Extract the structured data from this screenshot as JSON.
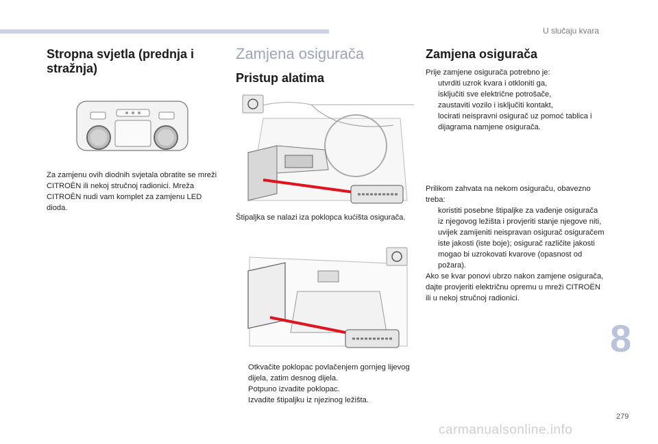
{
  "header": {
    "chapter": "U slučaju kvara"
  },
  "left": {
    "title": "Stropna svjetla (prednja i stražnja)",
    "text": "Za zamjenu ovih diodnih svjetala obratite se mreži CITROËN ili nekoj stručnoj radionici. Mreža CITROËN nudi vam komplet za zamjenu LED dioda."
  },
  "middle": {
    "main_title": "Zamjena osigurača",
    "sub_title": "Pristup alatima",
    "caption": "Štipaljka se nalazi iza poklopca kućišta osigurača.",
    "steps": [
      "Otkvačite poklopac povlačenjem gornjeg lijevog dijela, zatim desnog dijela.",
      "Potpuno izvadite poklopac.",
      "Izvadite štipaljku iz njezinog ležišta."
    ]
  },
  "right": {
    "title": "Zamjena osigurača",
    "intro": "Prije zamjene osigurača potrebno je:",
    "list1": [
      "utvrditi uzrok kvara i otkloniti ga,",
      "isključiti sve električne potrošače,",
      "zaustaviti vozilo i isključiti kontakt,",
      "locirati neispravni osigurač uz pomoć tablica i dijagrama namjene osigurača."
    ],
    "intro2": "Prilikom zahvata na nekom osiguraču, obavezno treba:",
    "list2": [
      "koristiti posebne štipaljke za vađenje osigurača iz njegovog ležišta i provjeriti stanje njegove niti,",
      "uvijek zamijeniti neispravan osigurač osiguračem iste jakosti (iste boje); osigurač različite jakosti mogao bi uzrokovati kvarove (opasnost od požara)."
    ],
    "footer": "Ako se kvar ponovi ubrzo nakon zamjene osigurača, dajte provjeriti električnu opremu u mreži CITROËN ili u nekoj stručnoj radionici."
  },
  "bullet_marker": "",
  "chapter_number": "8",
  "page_number": "279",
  "watermark": "carmanualsonline.info",
  "colors": {
    "accent": "#c9d2e7",
    "red_arrow": "#e0141e",
    "chapter_tab": "#b9c3dc"
  }
}
